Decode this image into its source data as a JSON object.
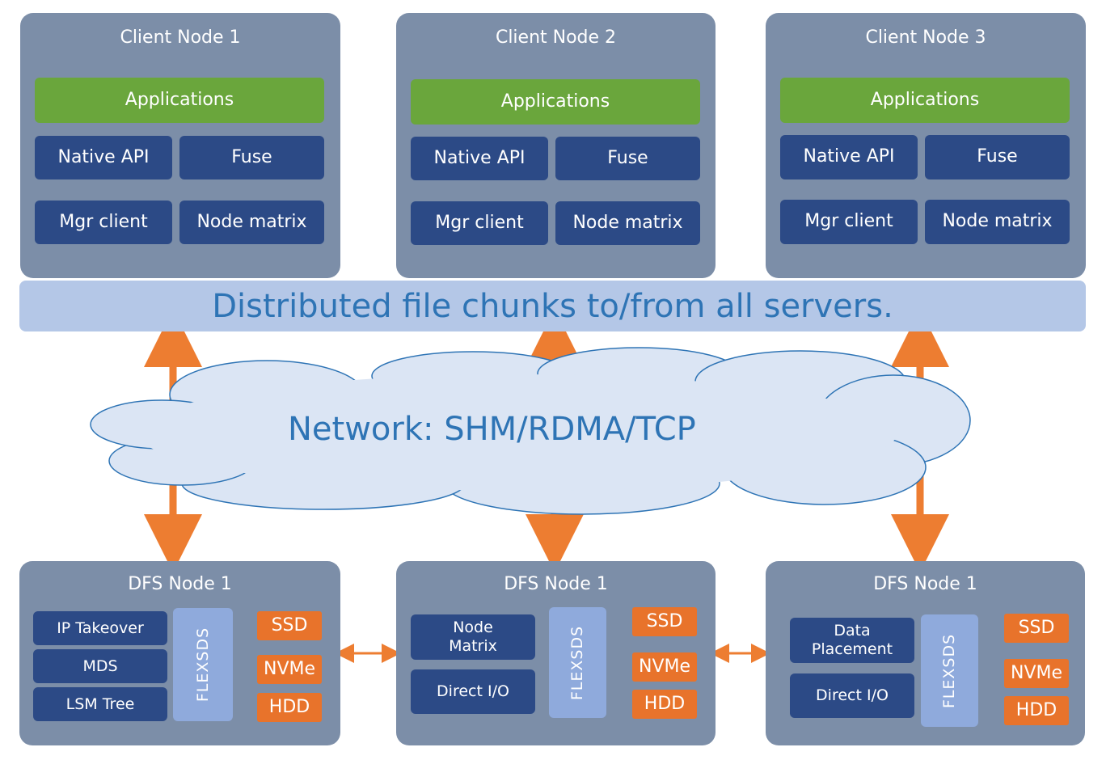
{
  "colors": {
    "node_bg": "#7c8ea8",
    "application": "#6aa63c",
    "component": "#2c4a86",
    "storage": "#e8732b",
    "flexsds": "#8faadc",
    "banner": "#b4c7e7",
    "text_accent": "#2e74b5",
    "arrow": "#ed7d31"
  },
  "client_nodes": [
    {
      "title": "Client Node 1",
      "applications": "Applications",
      "native_api": "Native API",
      "fuse": "Fuse",
      "mgr_client": "Mgr client",
      "node_matrix": "Node matrix"
    },
    {
      "title": "Client Node 2",
      "applications": "Applications",
      "native_api": "Native API",
      "fuse": "Fuse",
      "mgr_client": "Mgr client",
      "node_matrix": "Node matrix"
    },
    {
      "title": "Client Node 3",
      "applications": "Applications",
      "native_api": "Native API",
      "fuse": "Fuse",
      "mgr_client": "Mgr client",
      "node_matrix": "Node matrix"
    }
  ],
  "banner": "Distributed file chunks to/from all servers.",
  "network": "Network: SHM/RDMA/TCP",
  "dfs_nodes": [
    {
      "title": "DFS Node 1",
      "components": [
        "IP Takeover",
        "MDS",
        "LSM Tree"
      ],
      "flexsds": "FLEXSDS",
      "storage": [
        "SSD",
        "NVMe",
        "HDD"
      ]
    },
    {
      "title": "DFS Node 1",
      "components": [
        "Node\nMatrix",
        "Direct I/O"
      ],
      "flexsds": "FLEXSDS",
      "storage": [
        "SSD",
        "NVMe",
        "HDD"
      ]
    },
    {
      "title": "DFS Node 1",
      "components": [
        "Data\nPlacement",
        "Direct I/O"
      ],
      "flexsds": "FLEXSDS",
      "storage": [
        "SSD",
        "NVMe",
        "HDD"
      ]
    }
  ]
}
